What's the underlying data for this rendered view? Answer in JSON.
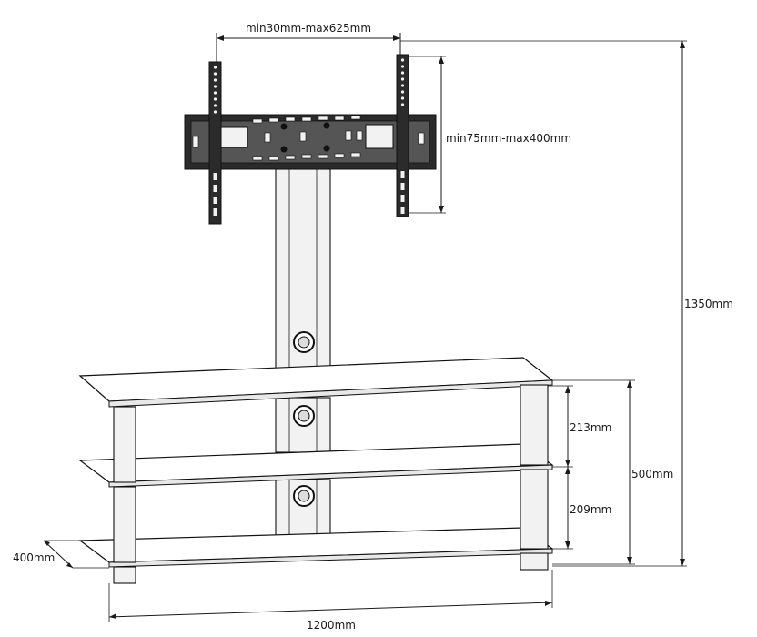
{
  "dimensions": {
    "mount_width": "min30mm-max625mm",
    "mount_height": "min75mm-max400mm",
    "total_height": "1350mm",
    "upper_shelf_gap": "213mm",
    "lower_shelf_gap": "209mm",
    "shelf_unit_height": "500mm",
    "depth": "400mm",
    "width": "1200mm"
  },
  "colors": {
    "line": "#1a1a1a",
    "bracket": "#2b2b2b",
    "metal": "#f2f2f2"
  }
}
